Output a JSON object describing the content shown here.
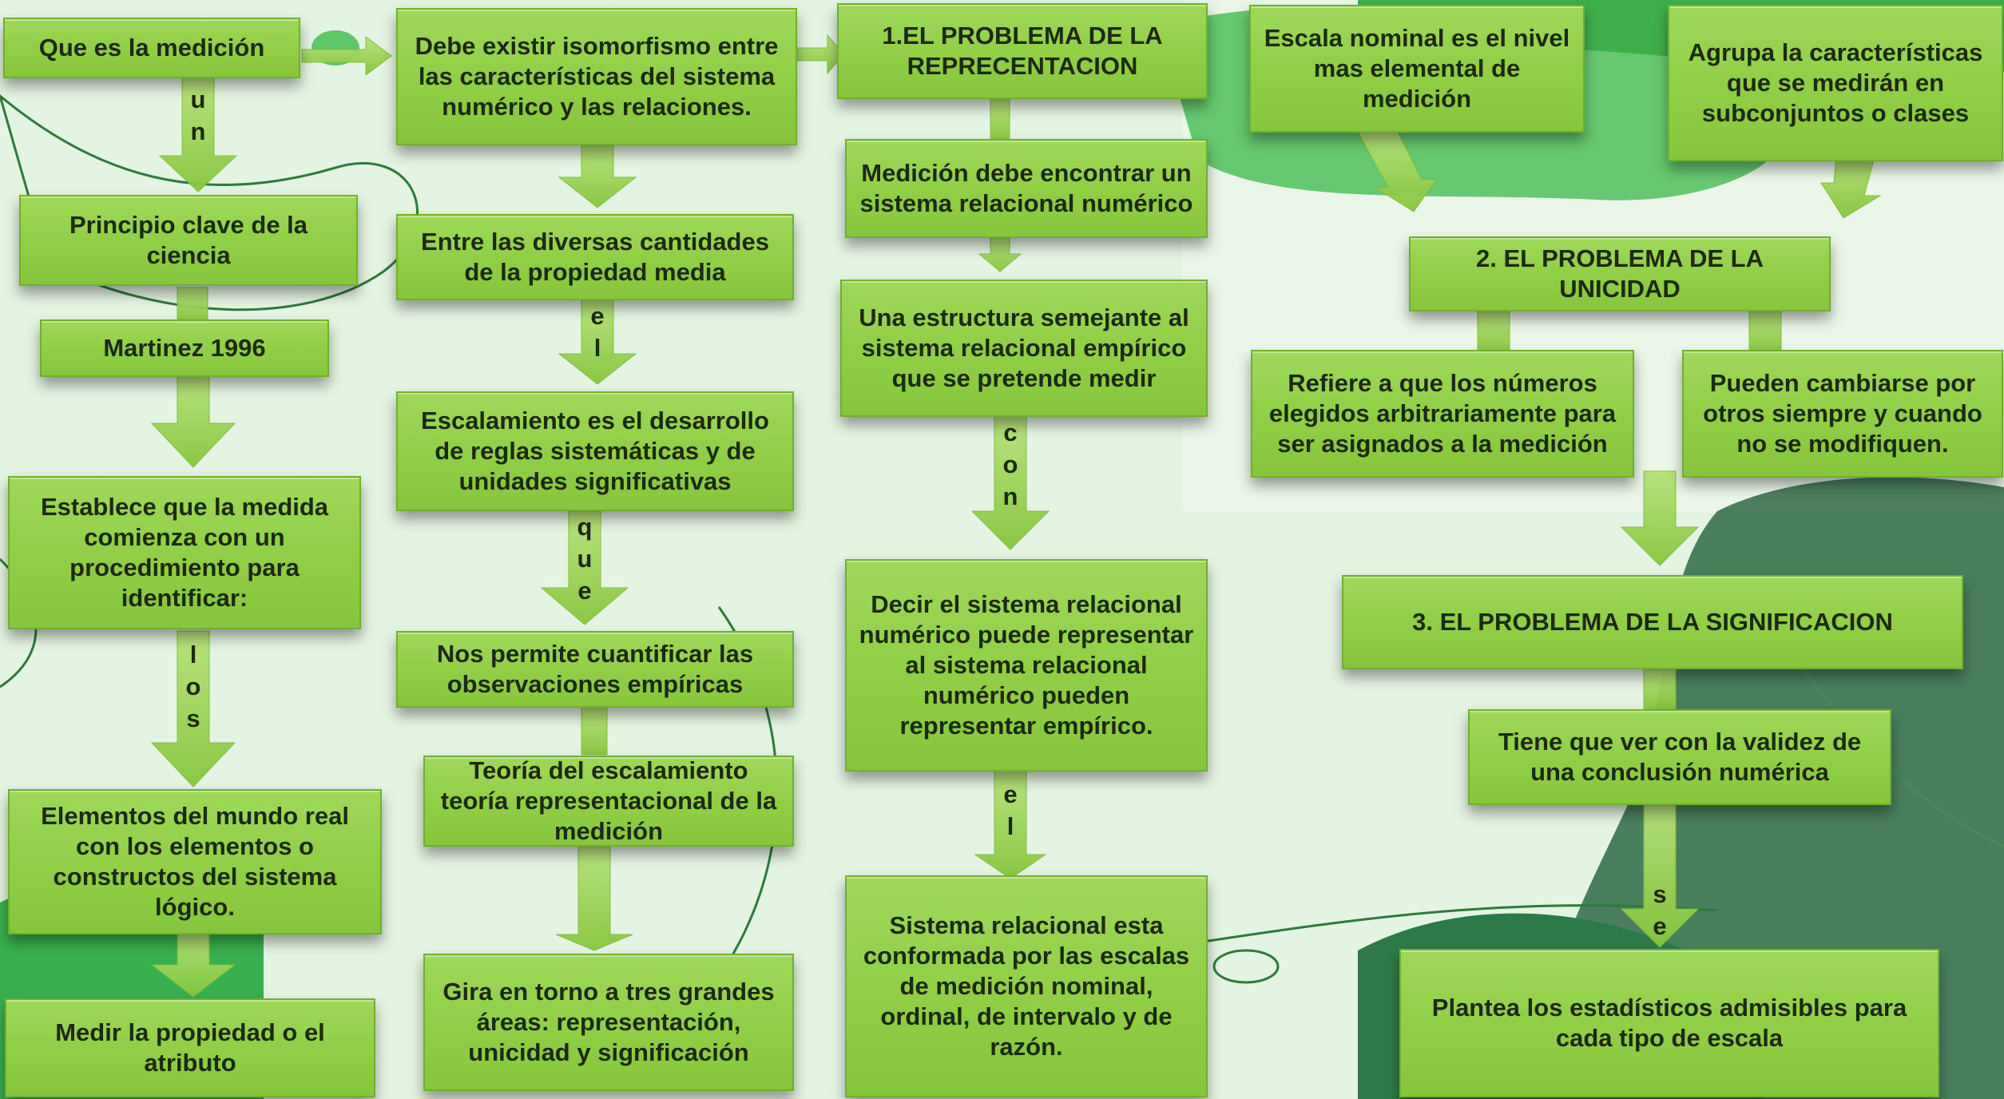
{
  "boxes": {
    "que_es": "Que es la medición",
    "principio": "Principio clave de la ciencia",
    "martinez": "Martinez 1996",
    "establece": "Establece que la medida comienza con un procedimiento para identificar:",
    "elementos": "Elementos del mundo real con los elementos o constructos del sistema lógico.",
    "medir": "Medir la propiedad o el atributo",
    "isomorfismo": "Debe existir isomorfismo entre las características  del sistema numérico y las relaciones.",
    "entre": "Entre las diversas cantidades de la propiedad media",
    "escalamiento": "Escalamiento es el desarrollo de reglas sistemáticas y de unidades significativas",
    "nos_permite": "Nos permite cuantificar las observaciones empíricas",
    "teoria": "Teoría del escalamiento teoría representacional de la medición",
    "gira": "Gira en torno a tres grandes áreas: representación, unicidad y significación",
    "problema1": "1.EL PROBLEMA DE LA REPRECENTACION",
    "medicion_debe": "Medición debe encontrar un sistema relacional numérico",
    "estructura": "Una estructura semejante al sistema relacional empírico que se pretende medir",
    "decir": "Decir el sistema relacional numérico puede representar al sistema relacional numérico pueden representar empírico.",
    "sistema_rel": "Sistema relacional esta conformada por las escalas de medición nominal, ordinal, de intervalo y de razón.",
    "escala_nominal": "Escala nominal es el nivel mas elemental  de medición",
    "agrupa": "Agrupa la características que se medirán en subconjuntos o clases",
    "problema2": "2. EL PROBLEMA DE LA UNICIDAD",
    "refiere": "Refiere a que los números elegidos arbitrariamente para ser asignados a la medición",
    "pueden": "Pueden cambiarse por otros siempre y cuando no se modifiquen.",
    "problema3": "3. EL PROBLEMA DE LA SIGNIFICACION",
    "tiene": "Tiene que ver con la validez de una conclusión numérica",
    "plantea": "Plantea los estadísticos admisibles para cada tipo de escala"
  },
  "connector_words": {
    "un": [
      "u",
      "n"
    ],
    "los": [
      "l",
      "o",
      "s"
    ],
    "el_1": [
      "e",
      "l"
    ],
    "que": [
      "q",
      "u",
      "e"
    ],
    "con": [
      "c",
      "o",
      "n"
    ],
    "el_2": [
      "e",
      "l"
    ],
    "se": [
      "s",
      "e"
    ]
  },
  "colors": {
    "box_fill": "#8fce45",
    "box_border": "#6fb12c",
    "arrow_fill": "#9ed65a",
    "text": "#1d2a12",
    "background": "#e4f4e2"
  }
}
